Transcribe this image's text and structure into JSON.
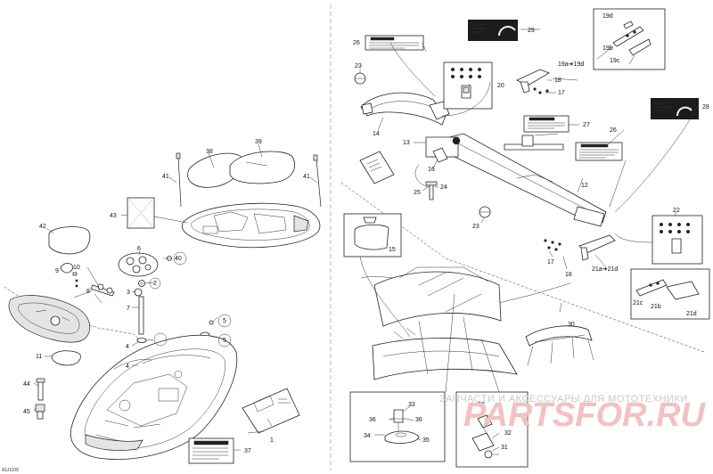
{
  "callouts": {
    "c1": "1",
    "c2": "2",
    "c3": "3",
    "c4a": "4",
    "c4b": "4",
    "c5a": "5",
    "c5b": "5",
    "c6": "6",
    "c7": "7",
    "c8": "8",
    "c9": "9",
    "c10": "10",
    "c11": "11",
    "c12": "12",
    "c13": "13",
    "c14": "14",
    "c15": "15",
    "c16": "16",
    "c17a": "17",
    "c17b": "17",
    "c18a": "18",
    "c18b": "18",
    "c19a": "19a➔19d",
    "c19b": "19b",
    "c19c": "19c",
    "c19d": "19d",
    "c20": "20",
    "c21a": "21a➔21d",
    "c21b": "21b",
    "c21c": "21c",
    "c21d": "21d",
    "c22": "22",
    "c23a": "23",
    "c23b": "23",
    "c24": "24",
    "c25": "25",
    "c26a": "26",
    "c26b": "26",
    "c27": "27",
    "c28": "28",
    "c29": "29",
    "c30": "30",
    "c31": "31",
    "c32a": "32",
    "c32b": "32",
    "c33": "33",
    "c34": "34",
    "c35": "35",
    "c36a": "36",
    "c36b": "36",
    "c37": "37",
    "c38": "38",
    "c39": "39",
    "c40": "40",
    "c41a": "41",
    "c41b": "41",
    "c42": "42",
    "c43": "43",
    "c44": "44",
    "c45": "45"
  },
  "doc_id": "43J1109",
  "watermark": {
    "line1": "ЗАПЧАСТИ И АКСЕССУАРЫ ДЛЯ МОТОТЕХНИКИ",
    "logo": "PARTSFOR.RU"
  },
  "colors": {
    "line": "#222222",
    "watermark_text": "#c9c9c9",
    "watermark_logo": "#f2c2c2"
  }
}
